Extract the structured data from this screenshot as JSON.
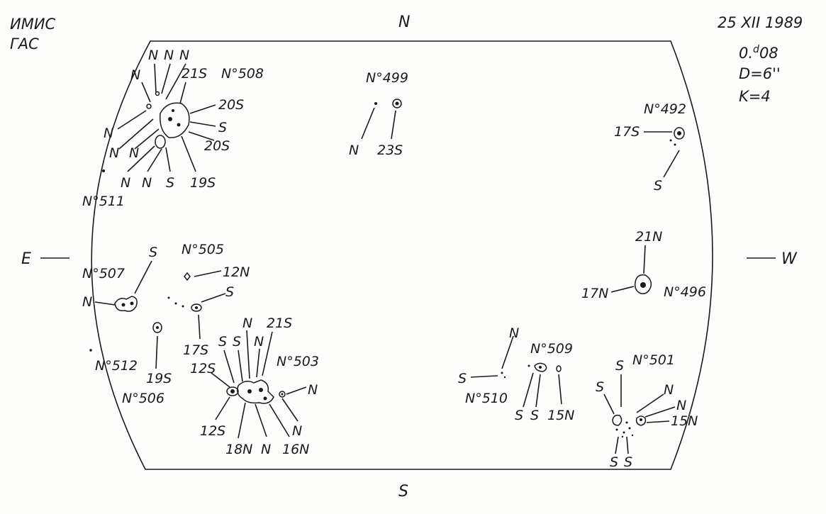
{
  "observatory": [
    "ИМИС",
    "ГАС"
  ],
  "observation": {
    "date": "25 XII 1989",
    "time_prefix": "0.",
    "time_unit": "d",
    "time_value": "08",
    "diameter": "D=6''",
    "quality": "K=4"
  },
  "compass": {
    "north": "N",
    "south": "S",
    "east": "E",
    "west": "W"
  },
  "regions": {
    "r508": {
      "number": "N°508",
      "labels": [
        "N",
        "N",
        "N",
        "N",
        "21S",
        "20S",
        "S",
        "20S",
        "19S",
        "S",
        "N",
        "N",
        "N",
        "N",
        "N"
      ]
    },
    "r499": {
      "number": "N°499",
      "labels": [
        "N",
        "23S"
      ]
    },
    "r492": {
      "number": "N°492",
      "labels": [
        "17S",
        "S"
      ]
    },
    "r511": {
      "number": "N°511"
    },
    "r505": {
      "number": "N°505",
      "labels": [
        "12N",
        "S",
        "17S"
      ]
    },
    "r507": {
      "number": "N°507",
      "labels": [
        "S",
        "N"
      ]
    },
    "r496": {
      "number": "N°496",
      "labels": [
        "21N",
        "17N"
      ]
    },
    "r512": {
      "number": "N°512"
    },
    "r506": {
      "number": "N°506",
      "labels": [
        "19S"
      ]
    },
    "r503": {
      "number": "N°503",
      "labels": [
        "N",
        "S",
        "S",
        "21S",
        "N",
        "12S",
        "N",
        "12S",
        "18N",
        "N",
        "16N",
        "N"
      ]
    },
    "r509": {
      "number": "N°509",
      "labels": [
        "N",
        "S",
        "S",
        "15N"
      ]
    },
    "r510": {
      "number": "N°510",
      "labels": [
        "S"
      ]
    },
    "r501": {
      "number": "N°501",
      "labels": [
        "S",
        "S",
        "N",
        "N",
        "15N",
        "S",
        "S"
      ]
    }
  }
}
